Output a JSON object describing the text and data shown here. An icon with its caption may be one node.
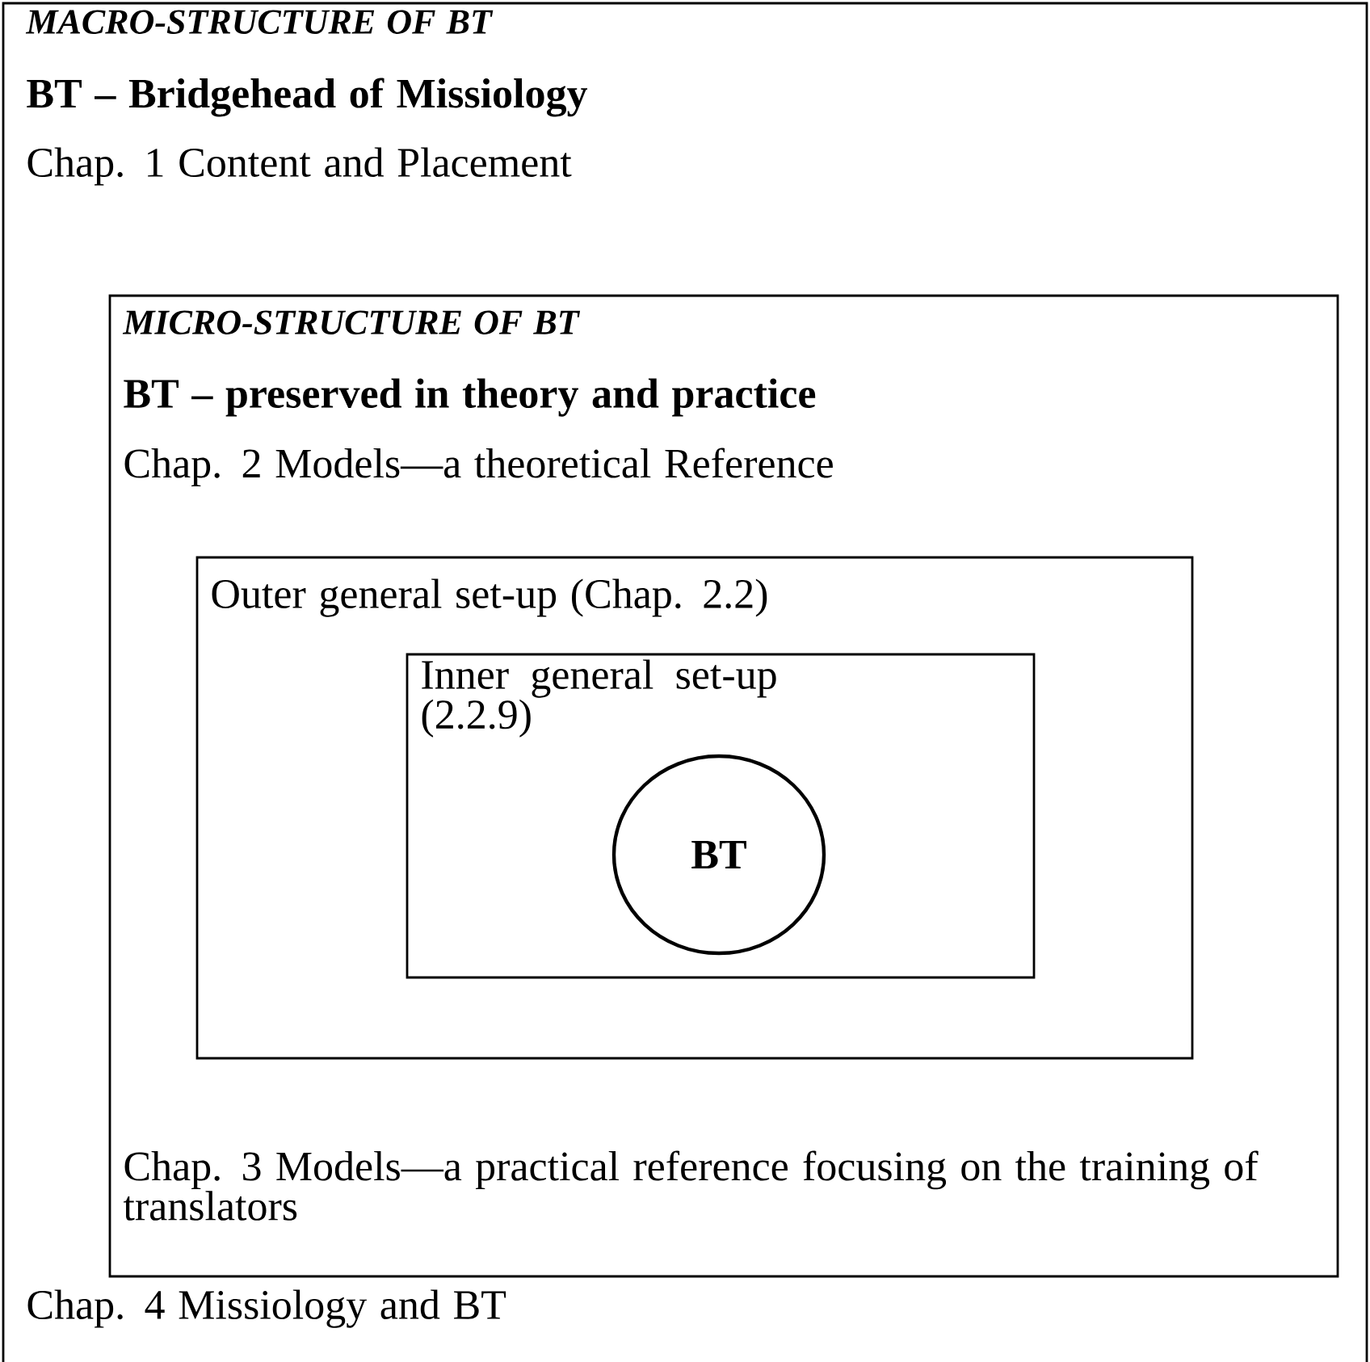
{
  "diagram": {
    "nodes": [
      {
        "text": [
          "MACRO-STRUCTURE OF BT",
          "BT – Bridgehead of Missiology",
          "Chap. 1 Content and Placement",
          "Chap. 4 Missiology and BT"
        ]
      },
      {
        "text": [
          "MICRO-STRUCTURE OF BT",
          "BT – preserved in theory and practice",
          "Chap. 2 Models—a theoretical Reference",
          "Chap. 3 Models—a practical reference focusing on the training of translators"
        ],
        "in": 0
      },
      {
        "text": [
          "Outer general set-up (Chap. 2.2)"
        ],
        "in": 1
      },
      {
        "text": [
          "Inner general set-up (2.2.9)"
        ],
        "in": 2
      },
      {
        "text": [
          "BT"
        ],
        "in": 3
      }
    ]
  }
}
